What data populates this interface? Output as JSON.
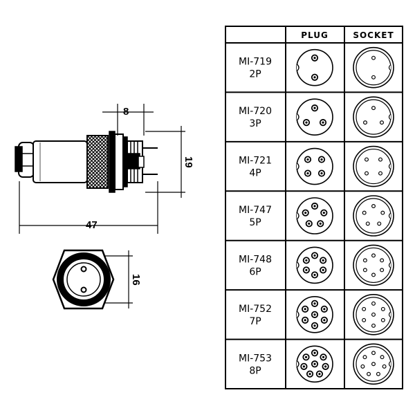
{
  "dimensions": {
    "pin_length": "8",
    "height": "19",
    "total_length": "47",
    "diameter": "16"
  },
  "table": {
    "headers": {
      "plug": "PLUG",
      "socket": "SOCKET"
    },
    "rows": [
      {
        "model": "MI-719",
        "pins": "2P",
        "count": 2
      },
      {
        "model": "MI-720",
        "pins": "3P",
        "count": 3
      },
      {
        "model": "MI-721",
        "pins": "4P",
        "count": 4
      },
      {
        "model": "MI-747",
        "pins": "5P",
        "count": 5
      },
      {
        "model": "MI-748",
        "pins": "6P",
        "count": 6
      },
      {
        "model": "MI-752",
        "pins": "7P",
        "count": 7
      },
      {
        "model": "MI-753",
        "pins": "8P",
        "count": 8
      }
    ]
  }
}
